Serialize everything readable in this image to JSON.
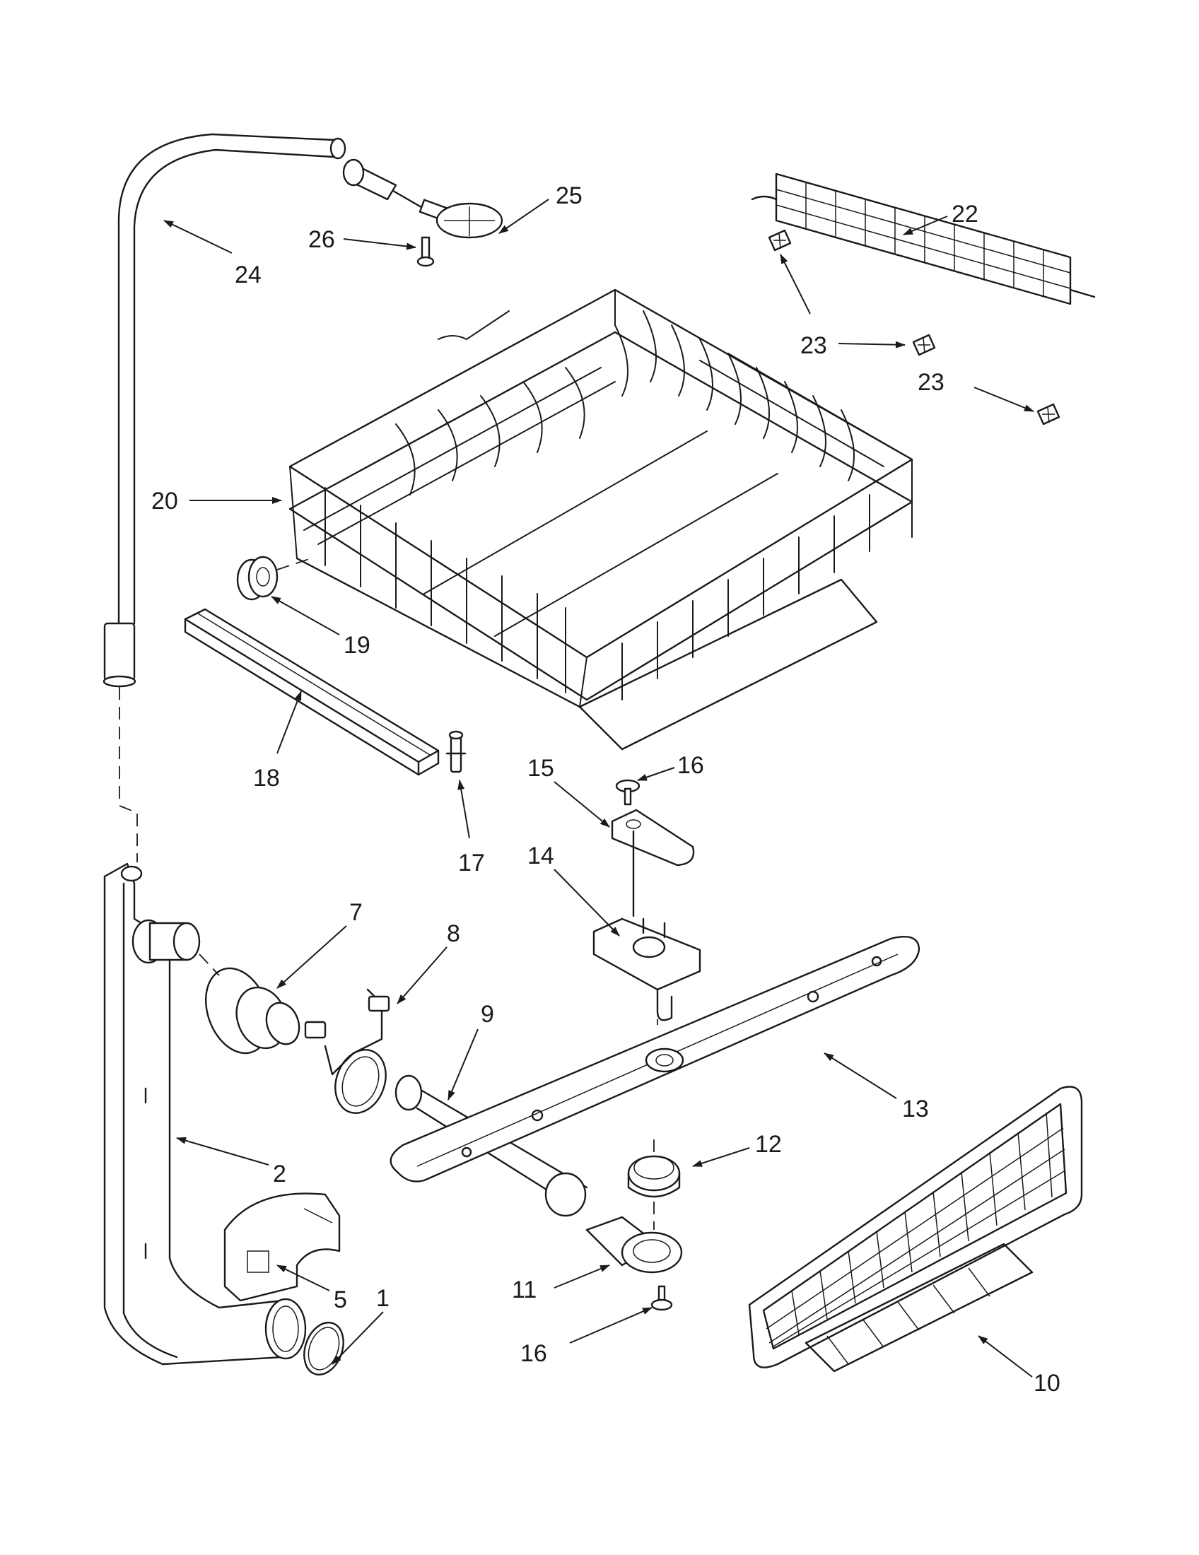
{
  "callouts": {
    "c1": "1",
    "c2": "2",
    "c5": "5",
    "c7": "7",
    "c8": "8",
    "c9": "9",
    "c10": "10",
    "c11": "11",
    "c12": "12",
    "c13": "13",
    "c14": "14",
    "c15": "15",
    "c16a": "16",
    "c16b": "16",
    "c17": "17",
    "c18": "18",
    "c19": "19",
    "c20": "20",
    "c22": "22",
    "c23a": "23",
    "c23b": "23",
    "c24": "24",
    "c25": "25",
    "c26": "26"
  },
  "colors": {
    "ink": "#1a1a1a",
    "paper": "#ffffff"
  }
}
